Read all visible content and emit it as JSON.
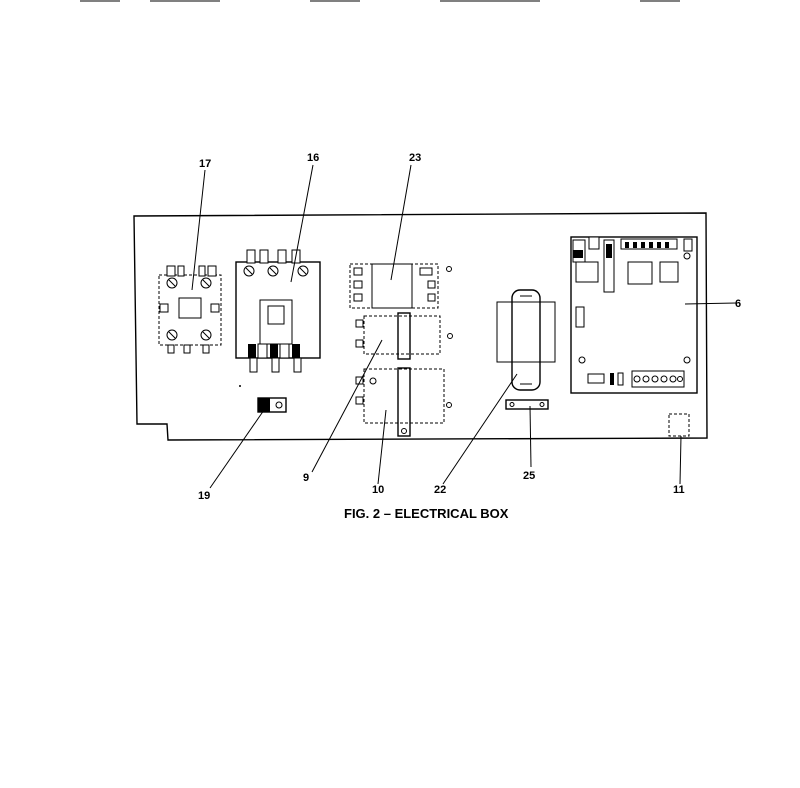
{
  "figure": {
    "caption": "FIG. 2 – ELECTRICAL BOX"
  },
  "callouts": {
    "c17": "17",
    "c16": "16",
    "c23": "23",
    "c6": "6",
    "c19": "19",
    "c9": "9",
    "c10": "10",
    "c22": "22",
    "c25": "25",
    "c11": "11"
  }
}
